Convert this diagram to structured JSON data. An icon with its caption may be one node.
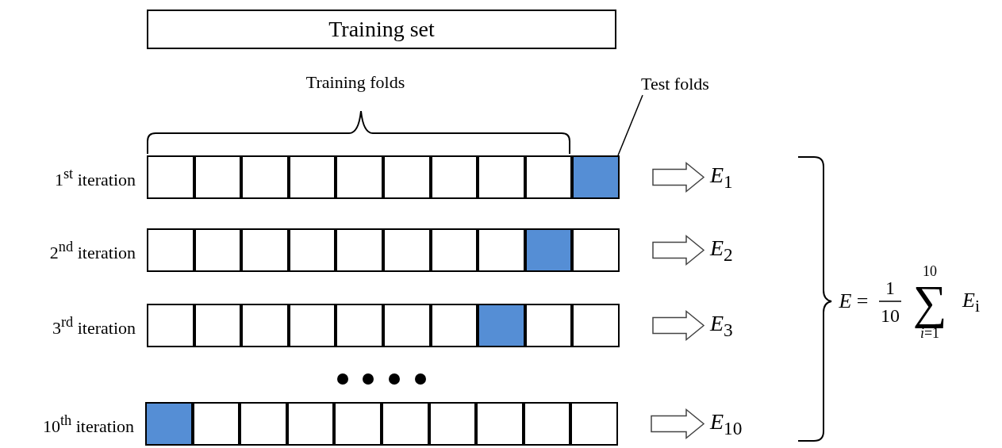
{
  "diagram": {
    "nodes": [
      {
        "text": [
          "Training set"
        ]
      },
      {
        "text": [
          "Test folds"
        ]
      },
      {
        "text": [],
        "shape": "bar",
        "beside": [
          "1$^{st}$ iteration"
        ]
      },
      {
        "text": [],
        "shape": "box",
        "in": 2
      },
      {
        "text": [],
        "shape": "box",
        "in": 2
      },
      {
        "text": [],
        "shape": "box",
        "in": 2
      },
      {
        "text": [],
        "shape": "box",
        "in": 2
      },
      {
        "text": [],
        "shape": "box",
        "in": 2
      },
      {
        "text": [],
        "shape": "box",
        "in": 2
      },
      {
        "text": [],
        "shape": "box",
        "in": 2
      },
      {
        "text": [],
        "shape": "box",
        "in": 2
      },
      {
        "text": [],
        "shape": "box",
        "in": 2
      },
      {
        "text": [],
        "shape": "box",
        "in": 2
      },
      {
        "text": [
          "*E*$_{1}$"
        ]
      },
      {
        "text": [],
        "shape": "bar",
        "beside": [
          "2$^{nd}$ iteration"
        ]
      },
      {
        "text": [],
        "shape": "box",
        "in": 14
      },
      {
        "text": [],
        "shape": "box",
        "in": 14
      },
      {
        "text": [],
        "shape": "box",
        "in": 14
      },
      {
        "text": [],
        "shape": "box",
        "in": 14
      },
      {
        "text": [],
        "shape": "box",
        "in": 14
      },
      {
        "text": [],
        "shape": "box",
        "in": 14
      },
      {
        "text": [],
        "shape": "box",
        "in": 14
      },
      {
        "text": [],
        "shape": "box",
        "in": 14
      },
      {
        "text": [],
        "shape": "box",
        "in": 14
      },
      {
        "text": [],
        "shape": "box",
        "in": 14
      },
      {
        "text": [
          "*E*$_{2}$"
        ]
      },
      {
        "text": [],
        "shape": "bar",
        "beside": [
          "3$^{rd}$ iteration"
        ]
      },
      {
        "text": [],
        "shape": "box",
        "in": 26
      },
      {
        "text": [],
        "shape": "box",
        "in": 26
      },
      {
        "text": [],
        "shape": "box",
        "in": 26
      },
      {
        "text": [],
        "shape": "box",
        "in": 26
      },
      {
        "text": [],
        "shape": "box",
        "in": 26
      },
      {
        "text": [],
        "shape": "box",
        "in": 26
      },
      {
        "text": [],
        "shape": "box",
        "in": 26
      },
      {
        "text": [],
        "shape": "box",
        "in": 26
      },
      {
        "text": [],
        "shape": "box",
        "in": 26
      },
      {
        "text": [],
        "shape": "box",
        "in": 26
      },
      {
        "text": [
          "*E*$_{3}$"
        ]
      },
      {
        "text": [],
        "shape": "bar",
        "beside": [
          "10$^{th}$ iteration"
        ]
      },
      {
        "text": [],
        "shape": "box",
        "in": 38
      },
      {
        "text": [],
        "shape": "box",
        "in": 38
      },
      {
        "text": [],
        "shape": "box",
        "in": 38
      },
      {
        "text": [],
        "shape": "box",
        "in": 38
      },
      {
        "text": [],
        "shape": "box",
        "in": 38
      },
      {
        "text": [],
        "shape": "box",
        "in": 38
      },
      {
        "text": [],
        "shape": "box",
        "in": 38
      },
      {
        "text": [],
        "shape": "box",
        "in": 38
      },
      {
        "text": [],
        "shape": "box",
        "in": 38
      },
      {
        "text": [],
        "shape": "box",
        "in": 38
      },
      {
        "text": [
          "*E*$_{10}$"
        ]
      }
    ],
    "edges": [
      {
        "from": 1,
        "to": 12,
        "arrow": "none"
      },
      {
        "from": 2,
        "to": 13,
        "arrow": "to"
      },
      {
        "from": 14,
        "to": 25,
        "arrow": "to"
      },
      {
        "from": 26,
        "to": 37,
        "arrow": "to"
      },
      {
        "from": 38,
        "to": 49,
        "arrow": "to"
      }
    ],
    "labels": [
      "Training folds",
      "*E* =",
      "1",
      "10",
      "∑",
      "10",
      "*i*=1",
      "*E*$_{i}$"
    ]
  }
}
